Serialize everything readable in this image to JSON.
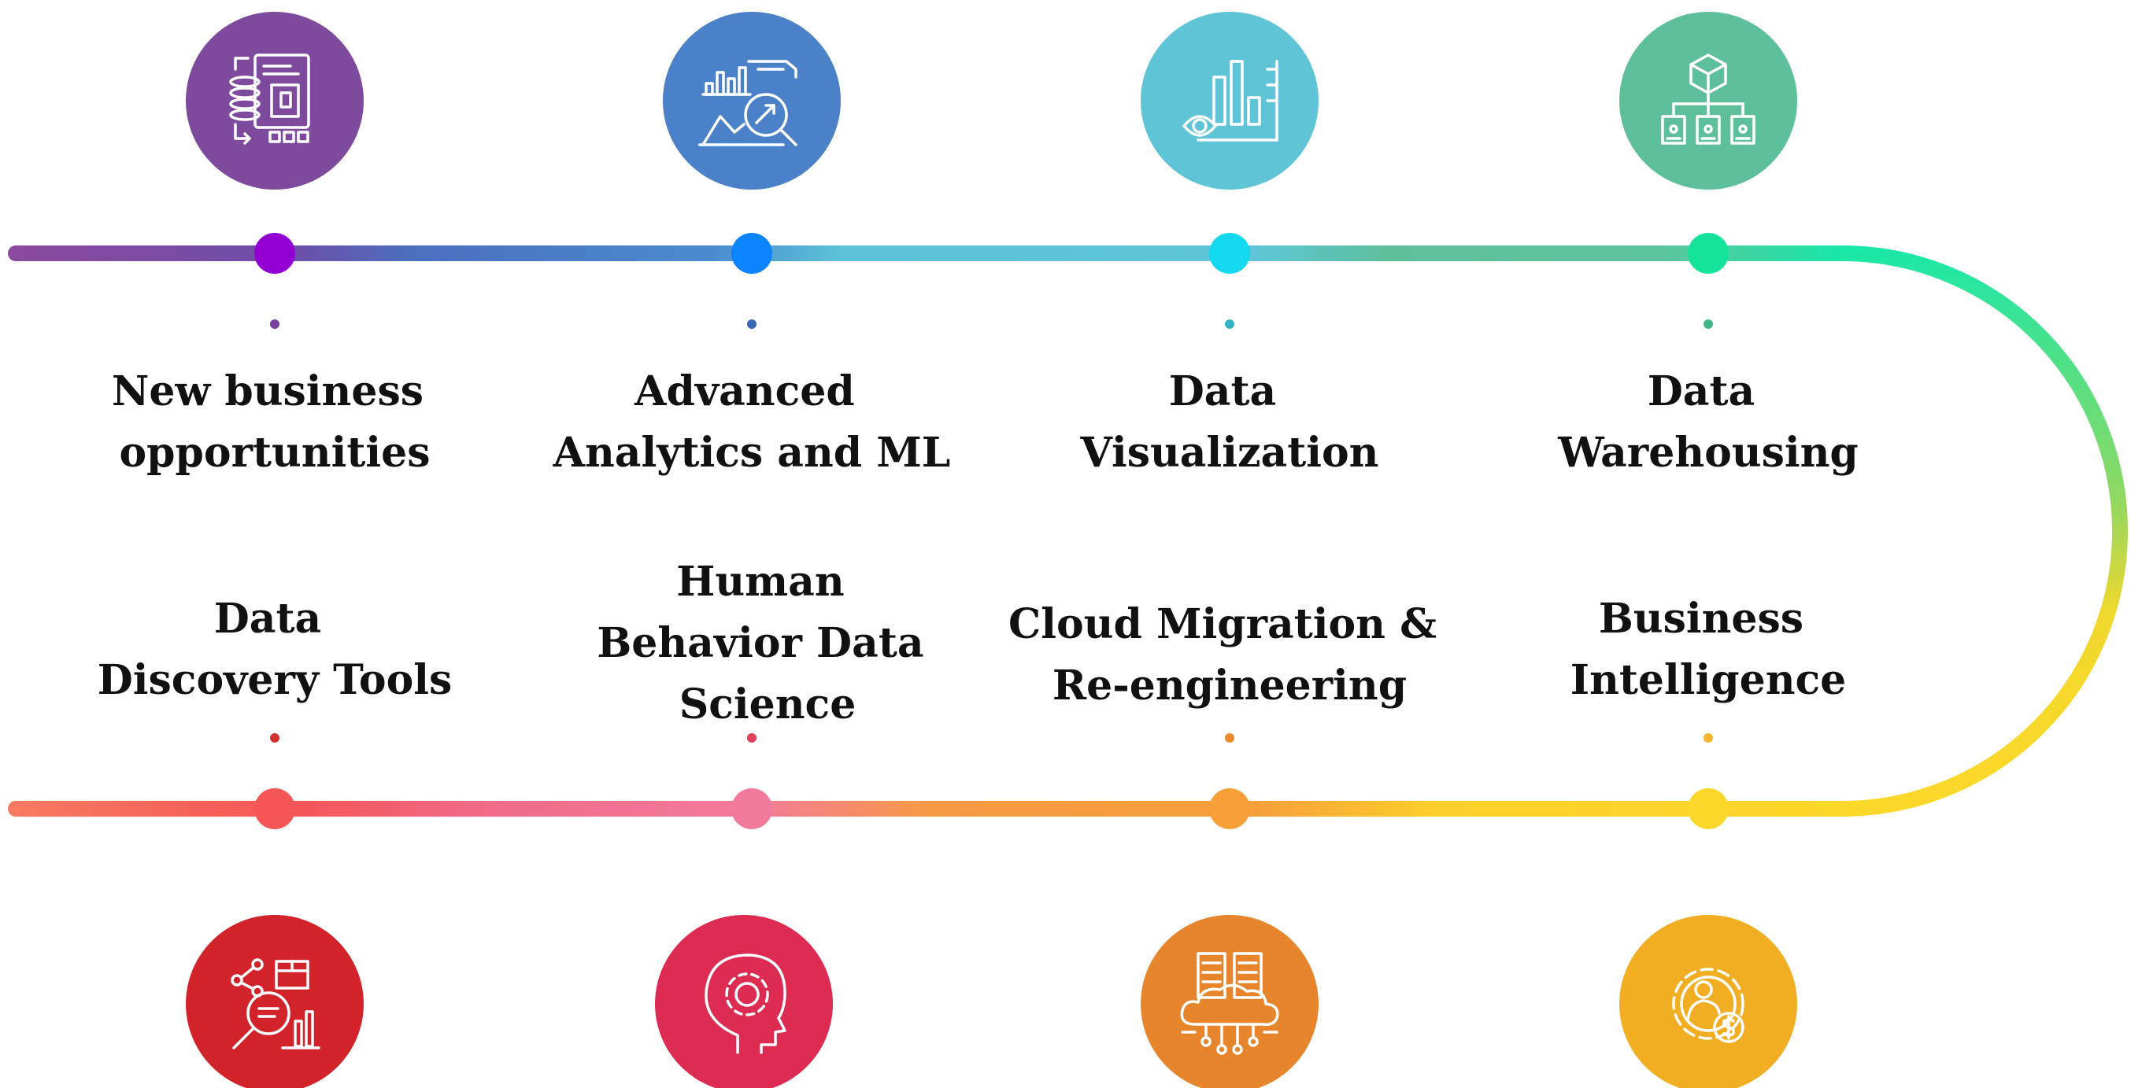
{
  "colors": {
    "background": "#ffffff",
    "text": "#111111",
    "icon_stroke": "#ffffff"
  },
  "top_row": [
    {
      "id": "new-business",
      "lines": [
        "New business",
        "opportunities"
      ],
      "icon": "document-stack-icon",
      "circle_color": "#7e4a9e",
      "node_color": "#9400d3",
      "dot_color": "#7b3fa0"
    },
    {
      "id": "advanced-analytics",
      "lines": [
        "Advanced",
        "Analytics and ML"
      ],
      "icon": "analytics-chart-icon",
      "circle_color": "#4a81c8",
      "node_color": "#0a84ff",
      "dot_color": "#3b66b5"
    },
    {
      "id": "data-visualization",
      "lines": [
        "Data",
        "Visualization"
      ],
      "icon": "eye-chart-icon",
      "circle_color": "#5ec4d6",
      "node_color": "#12d8f0",
      "dot_color": "#38b3c4"
    },
    {
      "id": "data-warehousing",
      "lines": [
        "Data",
        "Warehousing"
      ],
      "icon": "warehouse-cube-icon",
      "circle_color": "#5ebf9b",
      "node_color": "#14e39a",
      "dot_color": "#43b48a"
    }
  ],
  "bottom_row": [
    {
      "id": "data-discovery",
      "lines": [
        "Data",
        "Discovery Tools"
      ],
      "icon": "magnifier-data-icon",
      "circle_color": "#d2232a",
      "node_color": "#f55555",
      "dot_color": "#d32f2f"
    },
    {
      "id": "human-behavior",
      "lines": [
        "Human",
        "Behavior Data",
        "Science"
      ],
      "icon": "head-gear-icon",
      "circle_color": "#de2b52",
      "node_color": "#f27a9d",
      "dot_color": "#e0405a"
    },
    {
      "id": "cloud-migration",
      "lines": [
        "Cloud Migration &",
        "Re-engineering"
      ],
      "icon": "cloud-servers-icon",
      "circle_color": "#e6852c",
      "node_color": "#f7a03a",
      "dot_color": "#ee8a2a"
    },
    {
      "id": "business-intelligence",
      "lines": [
        "Business",
        "Intelligence"
      ],
      "icon": "gear-person-dollar-icon",
      "circle_color": "#f2ae22",
      "node_color": "#fcd82a",
      "dot_color": "#f5b22a"
    }
  ]
}
